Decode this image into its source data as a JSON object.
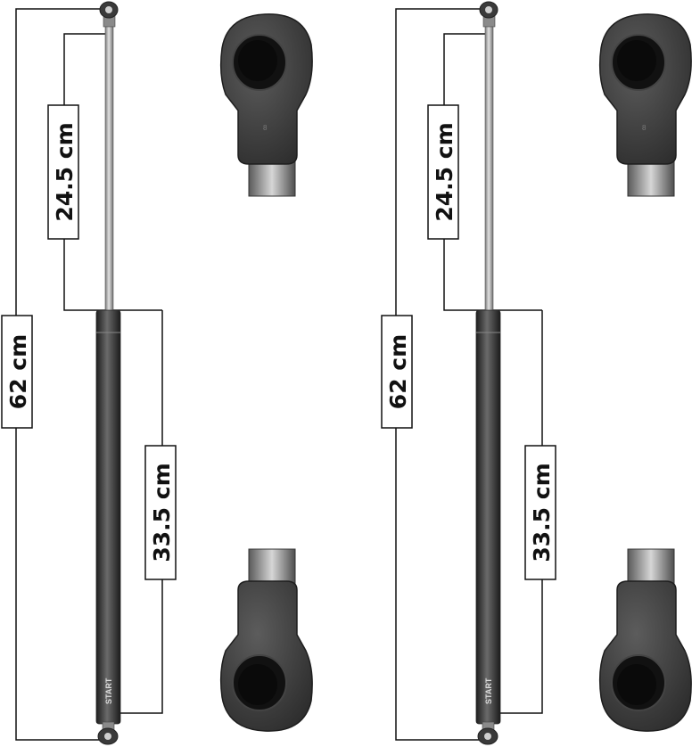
{
  "colors": {
    "line": "#111111",
    "rod": "#b8b8b8",
    "cylinder": "#3a3a3a",
    "fitting": "#2f2f2f"
  },
  "struts": [
    {
      "total_length_label": "62 cm",
      "rod_length_label": "24.5 cm",
      "cylinder_length_label": "33.5 cm",
      "brand_text": "START"
    },
    {
      "total_length_label": "62 cm",
      "rod_length_label": "24.5 cm",
      "cylinder_length_label": "33.5 cm",
      "brand_text": "START"
    }
  ],
  "fittings": [
    {
      "icon": "eyelet-end-fitting-icon"
    },
    {
      "icon": "eyelet-end-fitting-icon"
    },
    {
      "icon": "eyelet-end-fitting-icon"
    },
    {
      "icon": "eyelet-end-fitting-icon"
    }
  ]
}
